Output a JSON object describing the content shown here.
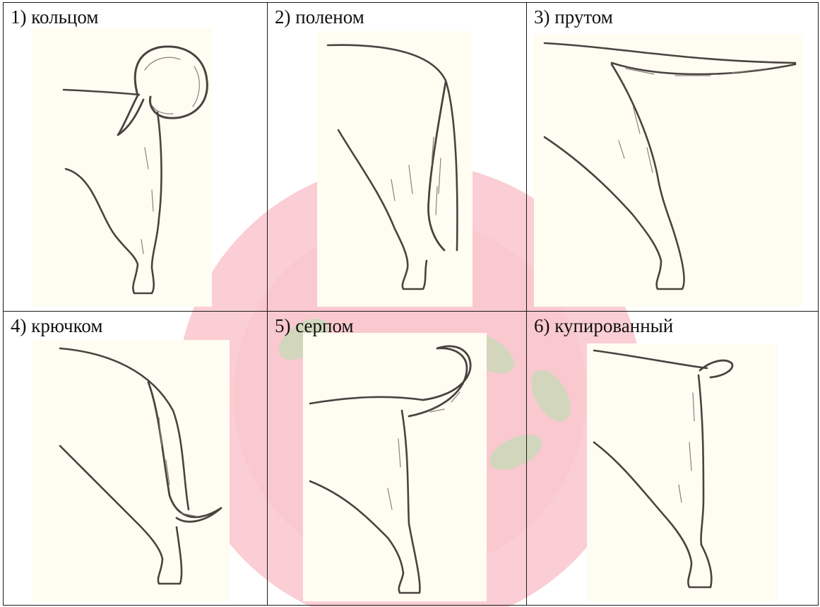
{
  "figure": {
    "cells": [
      {
        "label": "1) кольцом"
      },
      {
        "label": "2) поленом"
      },
      {
        "label": "3) прутом"
      },
      {
        "label": "4) крючком"
      },
      {
        "label": "5) серпом"
      },
      {
        "label": "6) купированный"
      }
    ]
  },
  "colors": {
    "line": "#1a1a1a",
    "ink": "#4a4340",
    "paper": "#fffdf2",
    "watermark_red": "#ef6f7e",
    "watermark_green": "#b9d3a9"
  }
}
